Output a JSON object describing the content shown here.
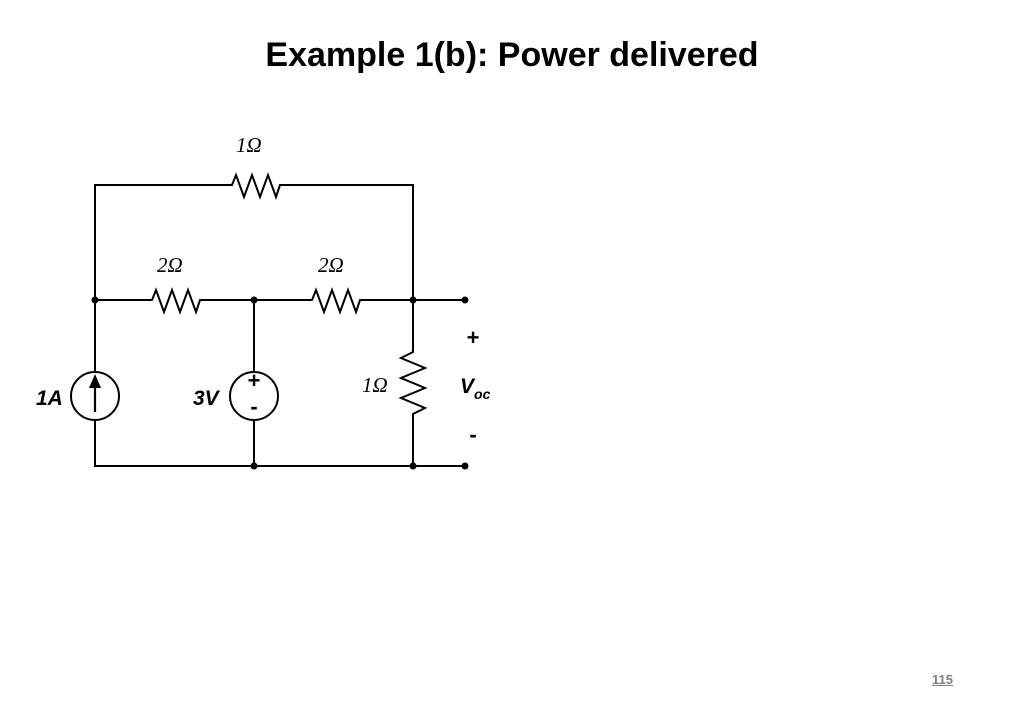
{
  "slide": {
    "title": "Example 1(b): Power delivered",
    "page_number": "115"
  },
  "circuit": {
    "resistor_top": "1Ω",
    "resistor_left": "2Ω",
    "resistor_middle": "2Ω",
    "resistor_right": "1Ω",
    "current_source": "1A",
    "voltage_source": "3V",
    "source_plus": "+",
    "source_minus": "-",
    "output_plus": "+",
    "output_minus": "-",
    "output_voltage_main": "V",
    "output_voltage_sub": "oc"
  }
}
